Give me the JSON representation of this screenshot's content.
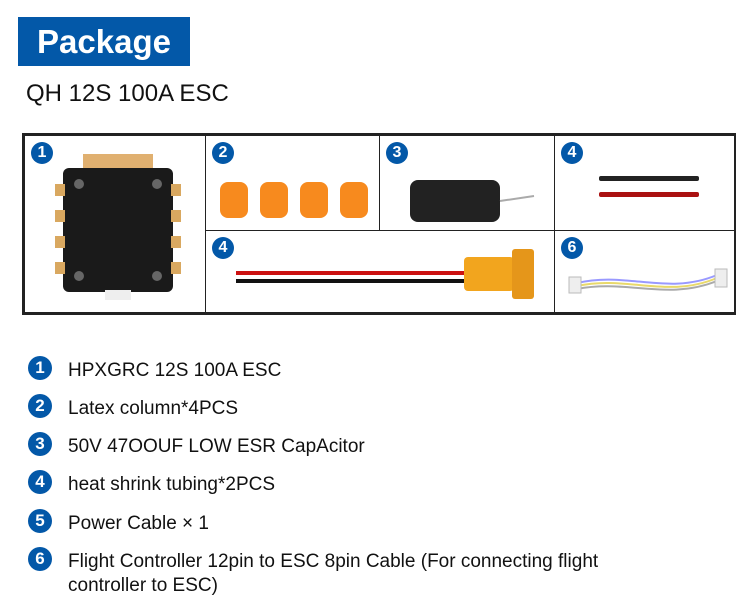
{
  "header": {
    "title": "Package",
    "subtitle": "QH 12S 100A ESC"
  },
  "cells": [
    {
      "num": "1"
    },
    {
      "num": "2"
    },
    {
      "num": "3"
    },
    {
      "num": "4"
    },
    {
      "num": "4"
    },
    {
      "num": "6"
    }
  ],
  "items": [
    {
      "num": "1",
      "text": "HPXGRC  12S 100A ESC"
    },
    {
      "num": "2",
      "text": "Latex column*4PCS"
    },
    {
      "num": "3",
      "text": "50V 47OOUF LOW ESR CapAcitor"
    },
    {
      "num": "4",
      "text": "heat shrink tubing*2PCS"
    },
    {
      "num": "5",
      "text": "Power Cable × 1"
    },
    {
      "num": "6",
      "text": "Flight Controller 12pin to ESC 8pin Cable (For connecting flight",
      "text2": "controller to ESC)"
    }
  ],
  "colors": {
    "accent": "#0358a8"
  }
}
